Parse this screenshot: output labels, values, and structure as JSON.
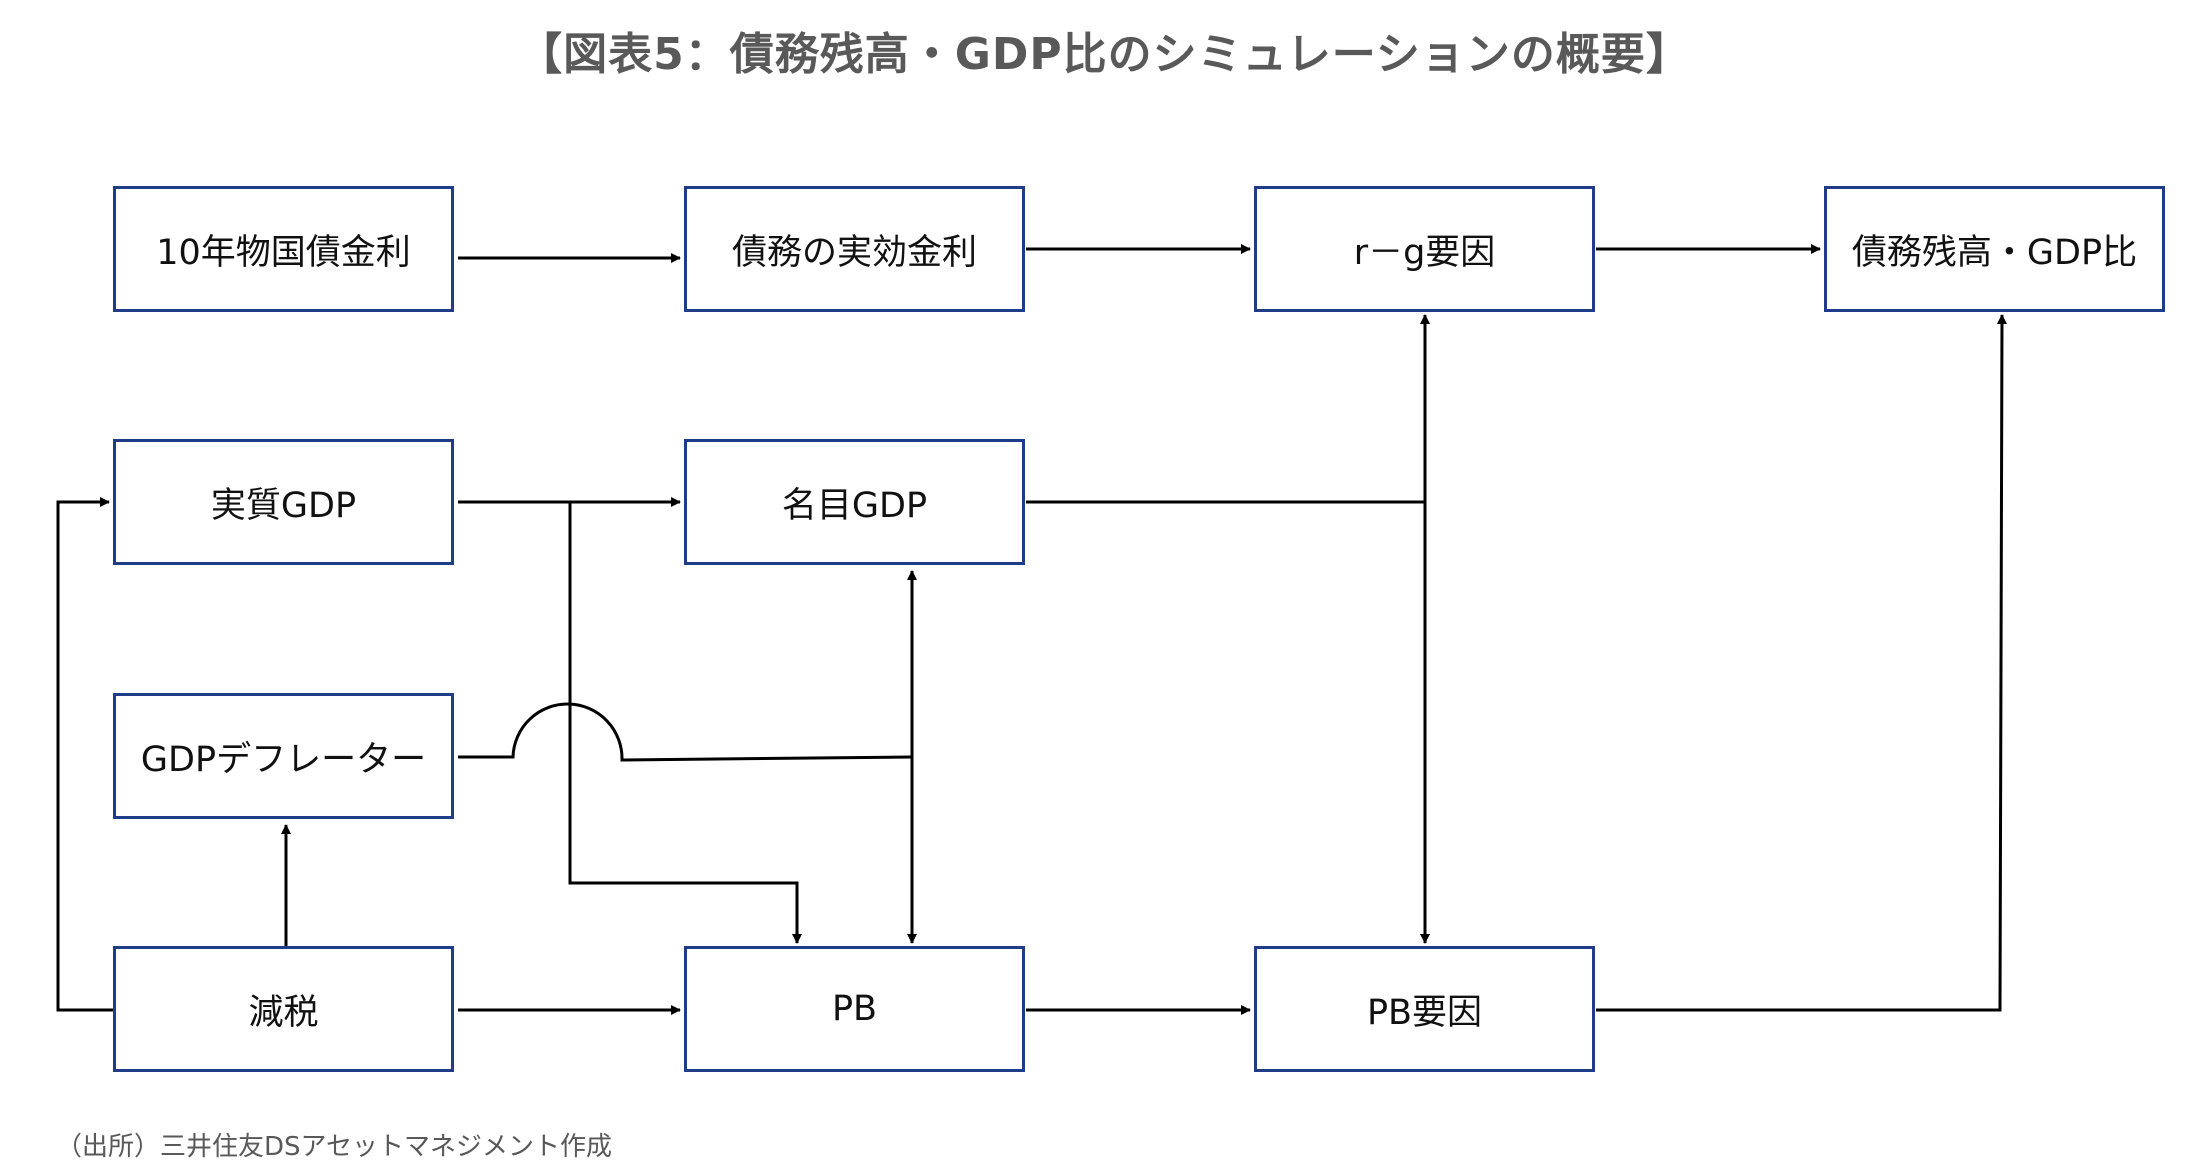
{
  "title": "【図表5：債務残高・GDP比のシミュレーションの概要】",
  "nodes": {
    "bond_rate": "10年物国債金利",
    "effective_rate": "債務の実効金利",
    "rg_factor": "r－g要因",
    "debt_gdp": "債務残高・GDP比",
    "real_gdp": "実質GDP",
    "nominal_gdp": "名目GDP",
    "deflator": "GDPデフレーター",
    "tax_cut": "減税",
    "pb": "PB",
    "pb_factor": "PB要因"
  },
  "source": "（出所）三井住友DSアセットマネジメント作成",
  "colors": {
    "box_border": "#1f3c88",
    "line": "#000000",
    "title": "#595959"
  }
}
